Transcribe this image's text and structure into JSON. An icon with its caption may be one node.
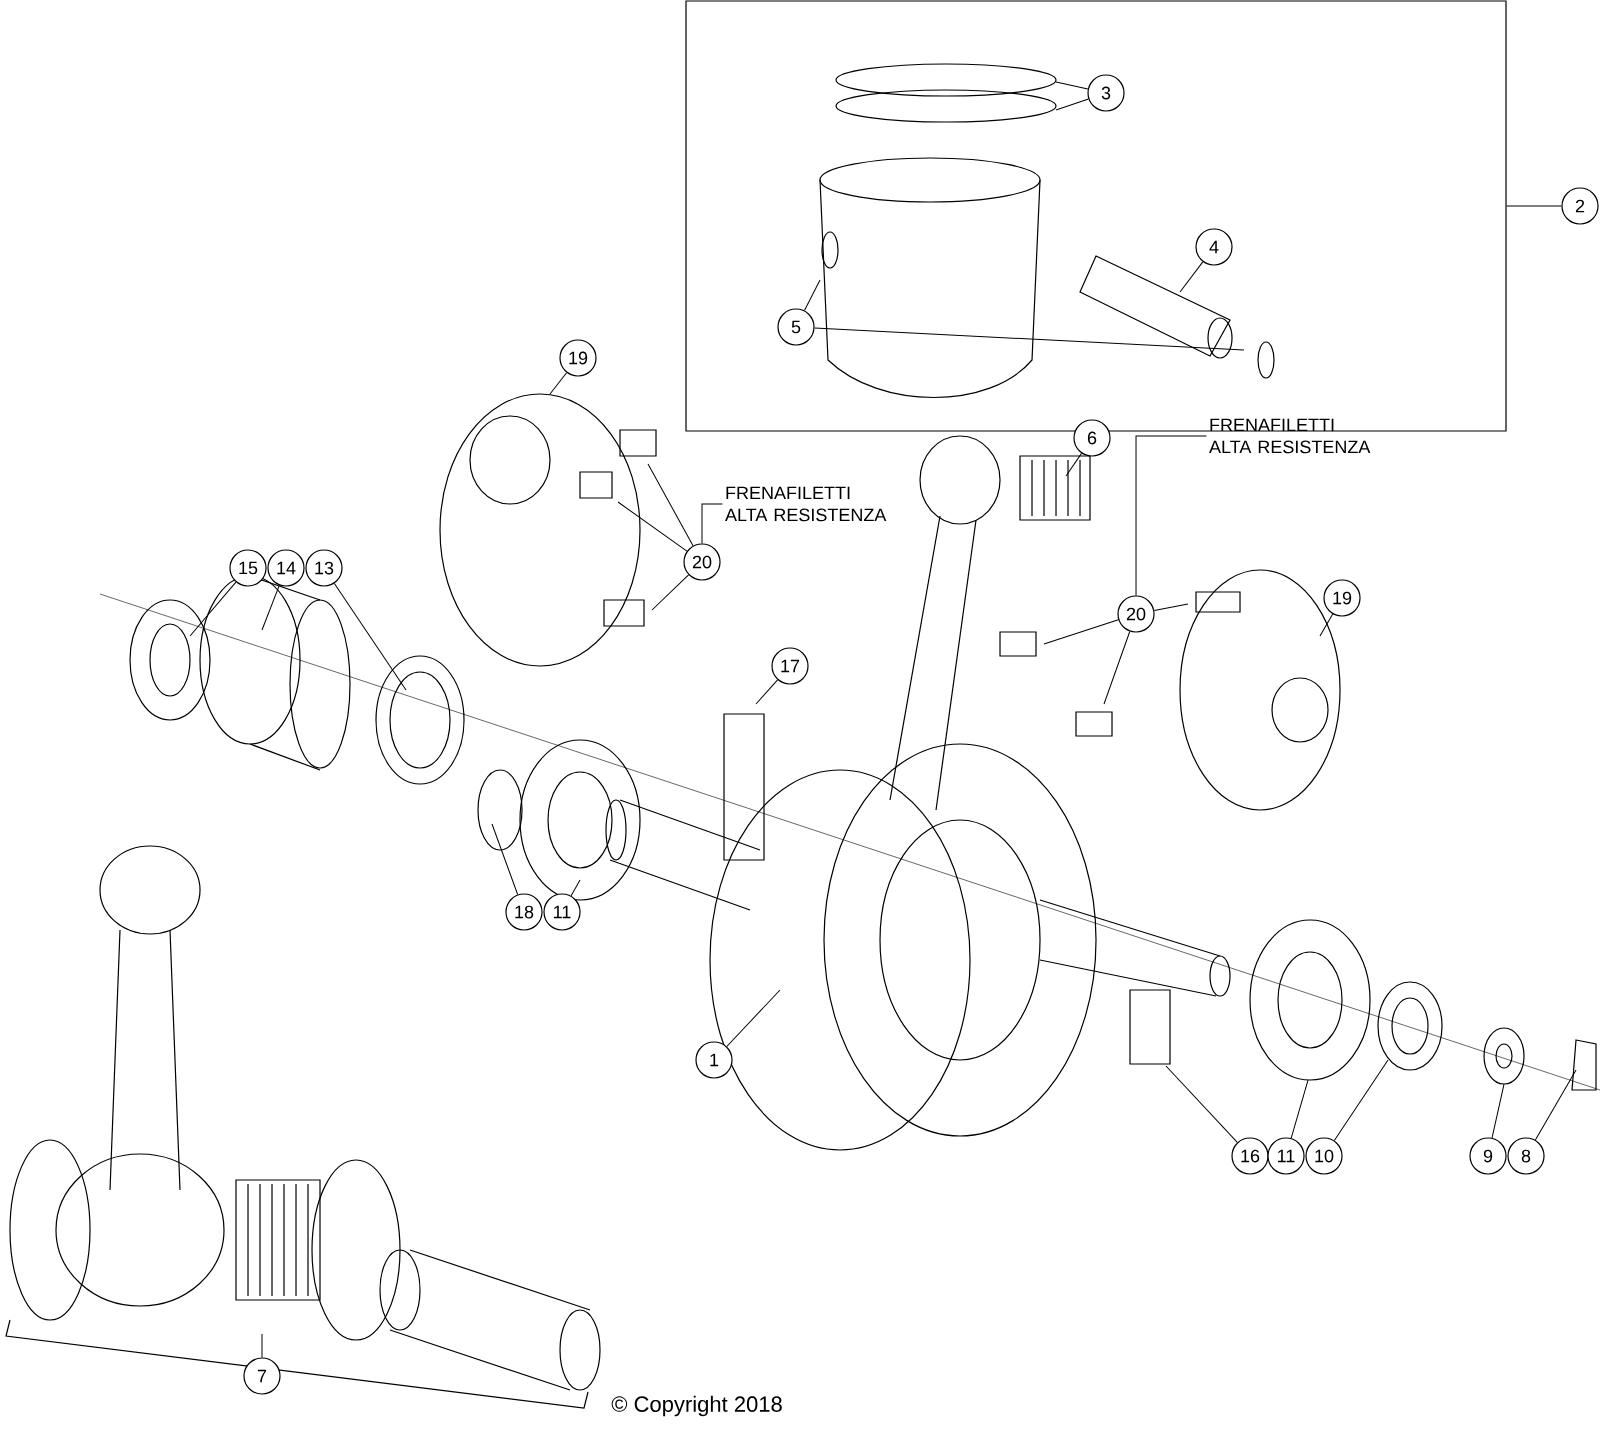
{
  "diagram": {
    "nodes": [
      {
        "text": [],
        "shape": "box"
      },
      {
        "text": [
          "3"
        ],
        "in": 0
      },
      {
        "text": [
          "2"
        ]
      },
      {
        "text": [
          "4"
        ],
        "in": 0
      },
      {
        "text": [
          "5"
        ],
        "in": 0
      },
      {
        "text": [
          "19"
        ]
      },
      {
        "text": [
          "6"
        ]
      },
      {
        "text": [
          "FRENAFILETTI ALTA RESISTENZA"
        ]
      },
      {
        "text": [
          "FRENAFILETTI ALTA RESISTENZA"
        ]
      },
      {
        "text": [
          "19"
        ]
      },
      {
        "text": [
          "20"
        ]
      },
      {
        "text": [
          "20"
        ]
      },
      {
        "text": [
          "15"
        ]
      },
      {
        "text": [
          "14"
        ]
      },
      {
        "text": [
          "13"
        ]
      },
      {
        "text": [
          "17"
        ]
      },
      {
        "text": [
          "18"
        ]
      },
      {
        "text": [
          "11"
        ]
      },
      {
        "text": [
          "1"
        ]
      },
      {
        "text": [
          "16"
        ]
      },
      {
        "text": [
          "11"
        ]
      },
      {
        "text": [
          "10"
        ]
      },
      {
        "text": [
          "9"
        ]
      },
      {
        "text": [
          "8"
        ]
      },
      {
        "text": [
          "7"
        ]
      }
    ],
    "edges": [
      {
        "from": 1,
        "to": null,
        "arrow": "none"
      },
      {
        "from": 1,
        "to": null,
        "arrow": "none"
      },
      {
        "from": 2,
        "to": 0,
        "arrow": "none"
      },
      {
        "from": 3,
        "to": null,
        "arrow": "none"
      },
      {
        "from": 4,
        "to": null,
        "arrow": "none"
      },
      {
        "from": 4,
        "to": null,
        "arrow": "none"
      },
      {
        "from": 5,
        "to": null,
        "arrow": "none"
      },
      {
        "from": 6,
        "to": null,
        "arrow": "none"
      },
      {
        "from": 7,
        "to": 10,
        "arrow": "none"
      },
      {
        "from": 8,
        "to": 11,
        "arrow": "none"
      },
      {
        "from": 10,
        "to": null,
        "arrow": "none"
      },
      {
        "from": 10,
        "to": null,
        "arrow": "none"
      },
      {
        "from": 10,
        "to": null,
        "arrow": "none"
      },
      {
        "from": 11,
        "to": null,
        "arrow": "none"
      },
      {
        "from": 11,
        "to": null,
        "arrow": "none"
      },
      {
        "from": 11,
        "to": null,
        "arrow": "none"
      },
      {
        "from": 9,
        "to": null,
        "arrow": "none"
      },
      {
        "from": 12,
        "to": null,
        "arrow": "none"
      },
      {
        "from": 13,
        "to": null,
        "arrow": "none"
      },
      {
        "from": 14,
        "to": null,
        "arrow": "none"
      },
      {
        "from": 15,
        "to": null,
        "arrow": "none"
      },
      {
        "from": 16,
        "to": null,
        "arrow": "none"
      },
      {
        "from": 17,
        "to": null,
        "arrow": "none"
      },
      {
        "from": 18,
        "to": null,
        "arrow": "none"
      },
      {
        "from": 19,
        "to": null,
        "arrow": "none"
      },
      {
        "from": 20,
        "to": null,
        "arrow": "none"
      },
      {
        "from": 21,
        "to": null,
        "arrow": "none"
      },
      {
        "from": 22,
        "to": null,
        "arrow": "none"
      },
      {
        "from": 23,
        "to": null,
        "arrow": "none"
      },
      {
        "from": 24,
        "to": null,
        "arrow": "none"
      }
    ],
    "labels": [
      "© Copyright 2018"
    ]
  }
}
